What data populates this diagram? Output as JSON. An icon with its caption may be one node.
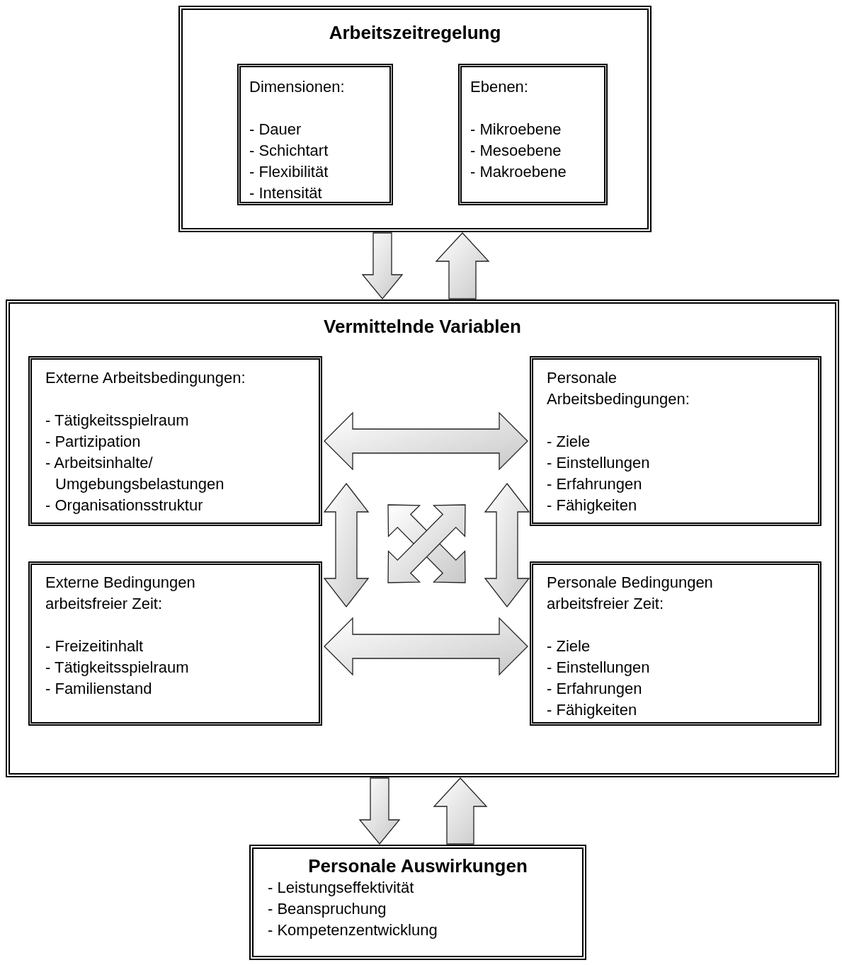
{
  "diagram": {
    "nodes": [
      {
        "text": [
          "Arbeitszeitregelung"
        ]
      },
      {
        "text": [
          "Dimensionen:",
          "- Dauer",
          "- Schichtart",
          "- Flexibilität",
          "- Intensität"
        ],
        "in": 0
      },
      {
        "text": [
          "Ebenen:",
          "- Mikroebene",
          "- Mesoebene",
          "- Makroebene"
        ],
        "in": 0
      },
      {
        "text": [
          "Vermittelnde Variablen"
        ]
      },
      {
        "text": [
          "Externe Arbeitsbedingungen:",
          "- Tätigkeitsspielraum",
          "- Partizipation",
          "- Arbeitsinhalte/ Umgebungsbelastungen",
          "- Organisationsstruktur"
        ],
        "in": 3
      },
      {
        "text": [
          "Personale Arbeitsbedingungen:",
          "- Ziele",
          "- Einstellungen",
          "- Erfahrungen",
          "- Fähigkeiten"
        ],
        "in": 3
      },
      {
        "text": [
          "Externe Bedingungen arbeitsfreier Zeit:",
          "- Freizeitinhalt",
          "- Tätigkeitsspielraum",
          "- Familienstand"
        ],
        "in": 3
      },
      {
        "text": [
          "Personale Bedingungen arbeitsfreier Zeit:",
          "- Ziele",
          "- Einstellungen",
          "- Erfahrungen",
          "- Fähigkeiten"
        ],
        "in": 3
      },
      {
        "text": [
          "Personale Auswirkungen",
          "- Leistungseffektivität",
          "- Beanspruchung",
          "- Kompetenzentwicklung"
        ]
      }
    ],
    "edges": [
      {
        "from": 0,
        "to": 3,
        "arrow": "to"
      },
      {
        "from": 3,
        "to": 0,
        "arrow": "to"
      },
      {
        "from": 4,
        "to": 5,
        "arrow": "both"
      },
      {
        "from": 6,
        "to": 7,
        "arrow": "both"
      },
      {
        "from": 4,
        "to": 6,
        "arrow": "both"
      },
      {
        "from": 5,
        "to": 7,
        "arrow": "both"
      },
      {
        "from": 4,
        "to": 7,
        "arrow": "both"
      },
      {
        "from": 6,
        "to": 5,
        "arrow": "both"
      },
      {
        "from": 3,
        "to": 8,
        "arrow": "to"
      },
      {
        "from": 8,
        "to": 3,
        "arrow": "to"
      }
    ]
  }
}
